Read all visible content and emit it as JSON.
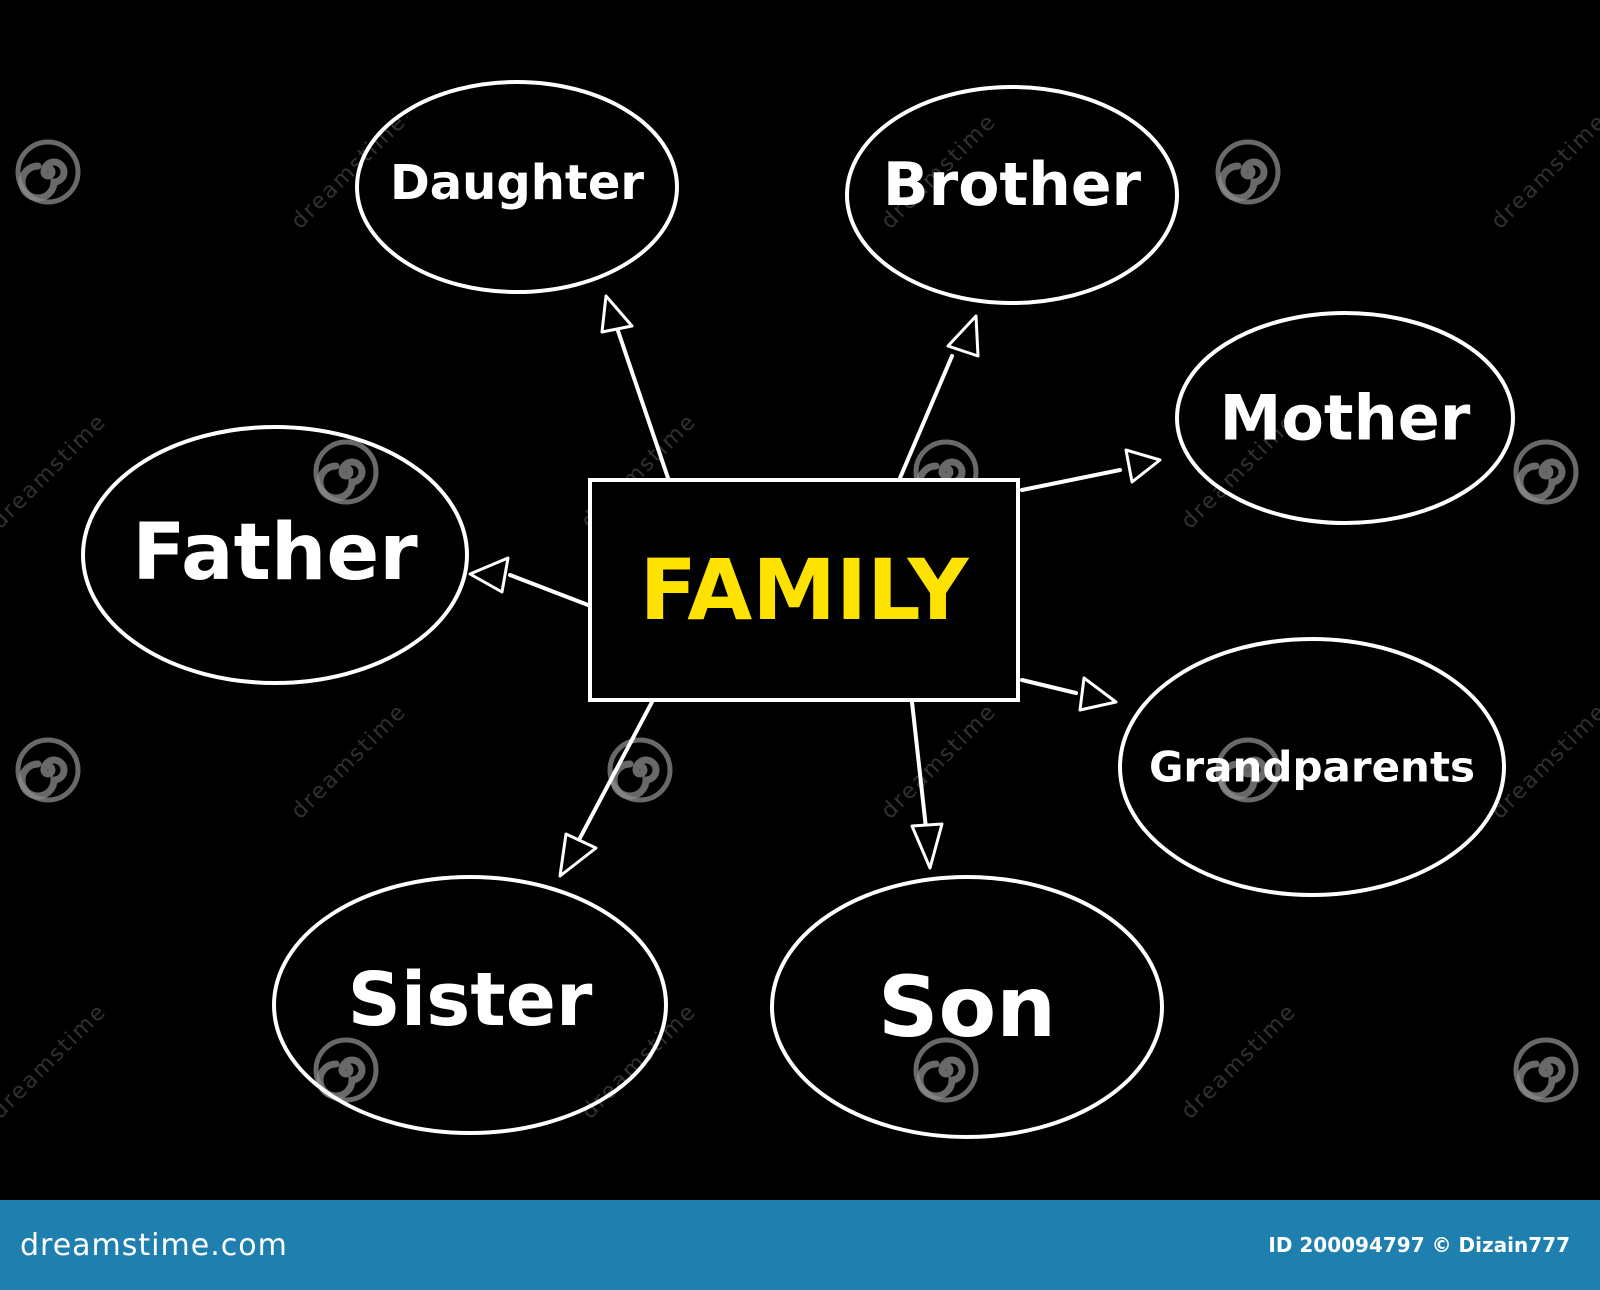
{
  "central": {
    "label": "FAMILY",
    "color": "#FFE300"
  },
  "nodes": [
    {
      "id": "daughter",
      "label": "Daughter"
    },
    {
      "id": "brother",
      "label": "Brother"
    },
    {
      "id": "mother",
      "label": "Mother"
    },
    {
      "id": "father",
      "label": "Father"
    },
    {
      "id": "grandparents",
      "label": "Grandparents"
    },
    {
      "id": "sister",
      "label": "Sister"
    },
    {
      "id": "son",
      "label": "Son"
    }
  ],
  "watermark": {
    "text": "dreamstime"
  },
  "footer": {
    "logo": "dreamstime.com",
    "credit": "ID 200094797 © Dizain777",
    "bar_color": "#1F7FAE"
  }
}
